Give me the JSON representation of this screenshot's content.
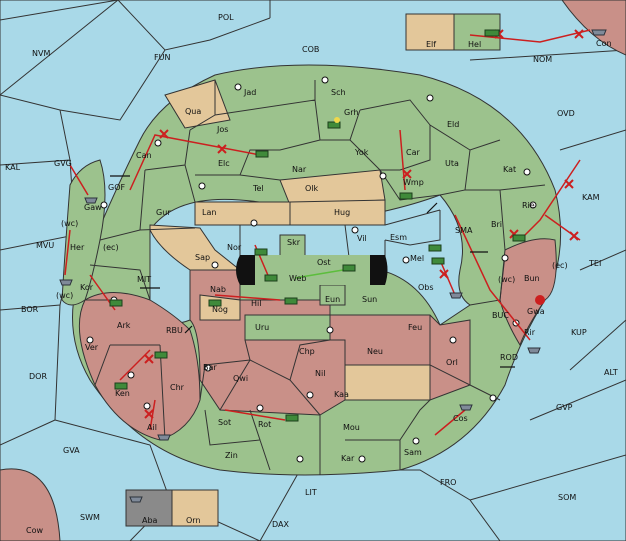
{
  "colors": {
    "sea": "#a9d9e8",
    "land_green": "#9cc28d",
    "land_tan": "#e3c79a",
    "land_red": "#c99088",
    "land_grey": "#8a8a8a",
    "order_arrow": "#cc1f1f"
  },
  "units": {
    "army_icon": "tank-icon",
    "fleet_icon": "ship-icon"
  },
  "labels": {
    "pol": "POL",
    "nvm": "NVM",
    "fun": "FUN",
    "cob": "COB",
    "elf": "Elf",
    "hel": "Hel",
    "nom": "NOM",
    "con": "Con",
    "ovd": "OVD",
    "kal": "KAL",
    "gvg": "GVG",
    "gof": "GOF",
    "gaw": "Gaw",
    "mvu": "MVU",
    "her": "Her",
    "wc1": "(wc)",
    "ec1": "(ec)",
    "kor": "Kor",
    "wc2": "(wc)",
    "bor": "BOR",
    "ark": "Ark",
    "mit": "MIT",
    "rbu": "RBU",
    "ver": "Ver",
    "dor": "DOR",
    "ken": "Ken",
    "chr": "Chr",
    "ail": "Ail",
    "gva": "GVA",
    "cow": "Cow",
    "swm": "SWM",
    "aba": "Aba",
    "orn": "Orn",
    "dax": "DAX",
    "lit": "LIT",
    "fro": "FRO",
    "som": "SOM",
    "gvp": "GVP",
    "alt": "ALT",
    "kup": "KUP",
    "rod": "ROD",
    "buc": "BUC",
    "tei": "TEI",
    "kam": "KAM",
    "jad": "Jad",
    "qua": "Qua",
    "sch": "Sch",
    "jos": "Jos",
    "grh": "Grh",
    "can": "Can",
    "elc": "Elc",
    "yok": "Yok",
    "car": "Car",
    "eld": "Eld",
    "uta": "Uta",
    "nar": "Nar",
    "tel": "Tel",
    "olk": "Olk",
    "wmp": "Wmp",
    "kat": "Kat",
    "gur": "Gur",
    "lan": "Lan",
    "hug": "Hug",
    "rie": "Rie",
    "bri": "Bri",
    "sma": "SMA",
    "esm": "Esm",
    "vil": "Vil",
    "sap": "Sap",
    "nor": "Nor",
    "skr": "Skr",
    "ost": "Ost",
    "web": "Web",
    "mel": "Mel",
    "bun": "Bun",
    "ec2": "(ec)",
    "wc3": "(wc)",
    "gwa": "Gwa",
    "nab": "Nab",
    "nog": "Nog",
    "hil": "Hil",
    "eun": "Eun",
    "sun": "Sun",
    "obs": "Obs",
    "rir": "Rir",
    "uru": "Uru",
    "feu": "Feu",
    "bar": "Bar",
    "chp": "Chp",
    "neu": "Neu",
    "orl": "Orl",
    "qwi": "Qwi",
    "nil": "Nil",
    "kaa": "Kaa",
    "sot": "Sot",
    "rot": "Rot",
    "mou": "Mou",
    "cos": "Cos",
    "zin": "Zin",
    "kar": "Kar",
    "sam": "Sam"
  }
}
